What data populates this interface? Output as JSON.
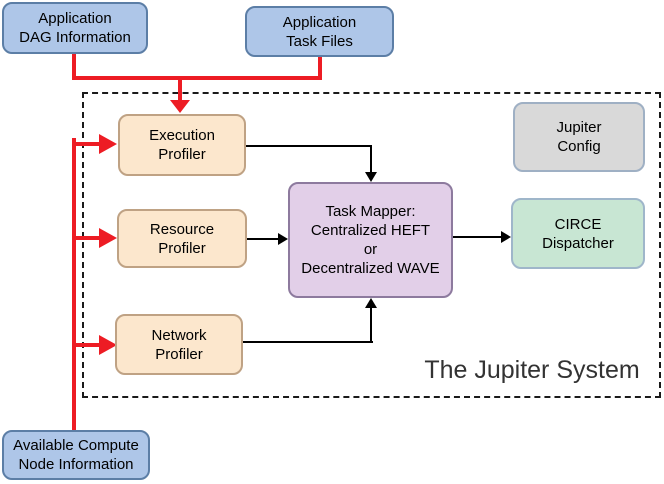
{
  "figure": {
    "system_label": "The Jupiter System",
    "nodes": {
      "app_dag": {
        "lines": [
          "Application",
          "DAG Information"
        ]
      },
      "app_task": {
        "lines": [
          "Application",
          "Task Files"
        ]
      },
      "execution_profiler": {
        "lines": [
          "Execution",
          "Profiler"
        ]
      },
      "resource_profiler": {
        "lines": [
          "Resource",
          "Profiler"
        ]
      },
      "network_profiler": {
        "lines": [
          "Network",
          "Profiler"
        ]
      },
      "task_mapper": {
        "lines": [
          "Task Mapper:",
          "Centralized HEFT",
          "or",
          "Decentralized WAVE"
        ]
      },
      "jupiter_config": {
        "lines": [
          "Jupiter",
          "Config"
        ]
      },
      "circe_dispatcher": {
        "lines": [
          "CIRCE",
          "Dispatcher"
        ]
      },
      "available_compute": {
        "lines": [
          "Available Compute",
          "Node Information"
        ]
      }
    },
    "colors": {
      "node_blue": "#aec6e8",
      "node_peach": "#fce7cd",
      "node_purple": "#e2cfe8",
      "node_gray": "#d9d9d9",
      "node_mint": "#c8e6d3",
      "arrow_red": "#ed1c24",
      "line_black": "#000000"
    }
  }
}
